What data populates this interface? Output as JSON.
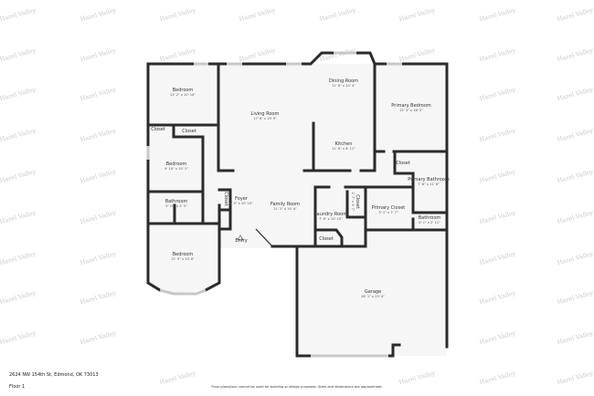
{
  "watermark": "Hazel Valley",
  "rooms": [
    {
      "name": "Bedroom",
      "dim": "13' 2\" x 10' 10\""
    },
    {
      "name": "Living Room",
      "dim": "17' 8\" x 19' 9\""
    },
    {
      "name": "Dining Room",
      "dim": "11' 6\" x 10' 4\""
    },
    {
      "name": "Primary Bedroom",
      "dim": "15' 3\" x 16' 5\""
    },
    {
      "name": "Closet",
      "dim": ""
    },
    {
      "name": "Closet",
      "dim": ""
    },
    {
      "name": "Kitchen",
      "dim": "11' 6\" x 8' 11\""
    },
    {
      "name": "Bedroom",
      "dim": "9' 10\" x 10' 1\""
    },
    {
      "name": "Closet",
      "dim": ""
    },
    {
      "name": "Primary Bathroom",
      "dim": "7' 8\" x 11' 6\""
    },
    {
      "name": "Bathroom",
      "dim": "9' 10\" x 5' 5\""
    },
    {
      "name": "Closet",
      "dim": ""
    },
    {
      "name": "Foyer",
      "dim": "6' 5\" x 10' 10\""
    },
    {
      "name": "Family Room",
      "dim": "11' 2\" x 14' 4\""
    },
    {
      "name": "Laundry Room",
      "dim": "7' 6\" x 10' 10\""
    },
    {
      "name": "Closet",
      "dim": "2' 7\" x 5' 7\""
    },
    {
      "name": "Primary Closet",
      "dim": "9' 1\" x 7' 7\""
    },
    {
      "name": "Bathroom",
      "dim": "6' 1\" x 2' 11\""
    },
    {
      "name": "Entry",
      "dim": ""
    },
    {
      "name": "Closet",
      "dim": ""
    },
    {
      "name": "Bedroom",
      "dim": "12' 5\" x 13' 6\""
    },
    {
      "name": "Garage",
      "dim": "28' 1\" x 23' 4\""
    }
  ],
  "footer": {
    "address": "2624 NW 154th St, Edmond, OK 73013",
    "floor": "Floor 1",
    "disclaimer": "Floor plans/tour cannot be used for building or design purposes. Sizes and dimensions are approximate."
  }
}
